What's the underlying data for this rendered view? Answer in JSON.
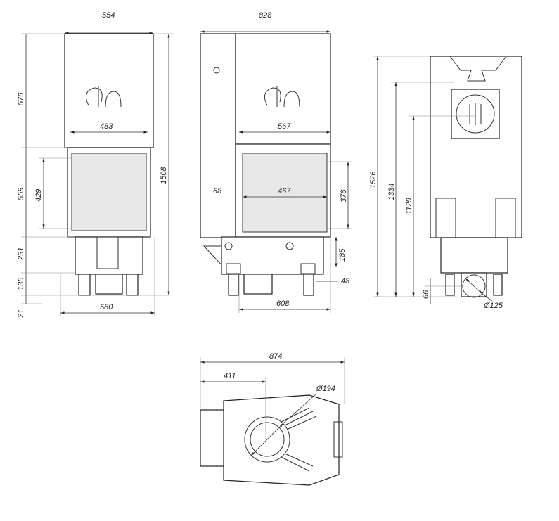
{
  "front_view": {
    "width_top": "554",
    "inner_width": "483",
    "height_top": "576",
    "height_door": "559",
    "glass_height": "429",
    "total_height": "1508",
    "height_base": "231",
    "height_legs": "135",
    "height_feet": "21",
    "width_base": "580"
  },
  "side_view": {
    "width_total": "828",
    "inner_width": "567",
    "glass_width": "467",
    "side_offset": "68",
    "glass_height": "376",
    "base_height": "185",
    "offset": "48",
    "width_base": "608"
  },
  "rear_view": {
    "total_height": "1526",
    "height_1": "1334",
    "height_2": "1129",
    "inlet_height": "66",
    "inlet_diameter": "Ø125"
  },
  "top_view": {
    "width_total": "874",
    "flue_offset": "411",
    "flue_diameter": "Ø194"
  }
}
